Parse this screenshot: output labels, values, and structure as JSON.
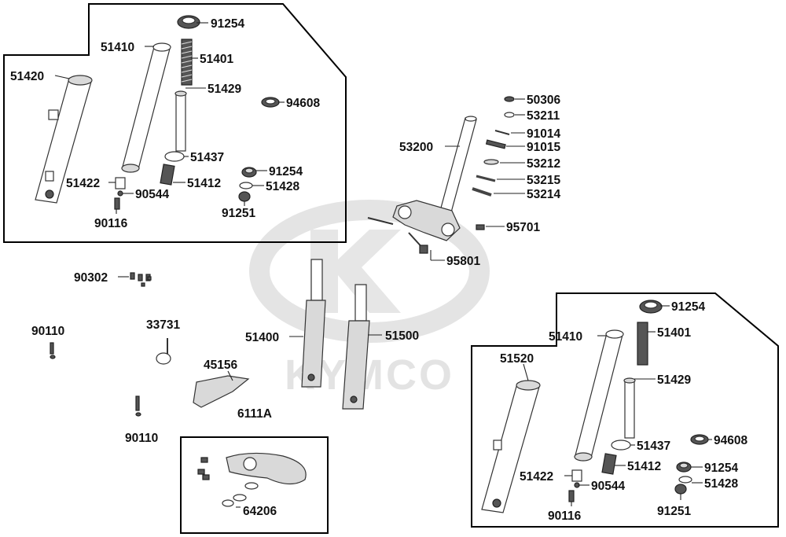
{
  "watermark": {
    "brand": "KYMCO"
  },
  "labels": {
    "l91254_a": "91254",
    "l51410_a": "51410",
    "l51401_a": "51401",
    "l51420": "51420",
    "l51429_a": "51429",
    "l94608_a": "94608",
    "l51437_a": "51437",
    "l91254_b": "91254",
    "l51422_a": "51422",
    "l90544_a": "90544",
    "l51412_a": "51412",
    "l51428_a": "51428",
    "l90116_a": "90116",
    "l91251_a": "91251",
    "l50306": "50306",
    "l53211": "53211",
    "l91014": "91014",
    "l91015": "91015",
    "l53200": "53200",
    "l53212": "53212",
    "l53215": "53215",
    "l53214": "53214",
    "l95701": "95701",
    "l95801": "95801",
    "l90302": "90302",
    "l90110_a": "90110",
    "l33731": "33731",
    "l51400": "51400",
    "l51500": "51500",
    "l45156": "45156",
    "l90110_b": "90110",
    "l6111A": "6111A",
    "l64206": "64206",
    "l91254_c": "91254",
    "l51410_b": "51410",
    "l51401_b": "51401",
    "l51520": "51520",
    "l51429_b": "51429",
    "l51437_b": "51437",
    "l94608_b": "94608",
    "l51412_b": "51412",
    "l91254_d": "91254",
    "l51422_b": "51422",
    "l90544_b": "90544",
    "l51428_b": "51428",
    "l90116_b": "90116",
    "l91251_b": "91251"
  }
}
